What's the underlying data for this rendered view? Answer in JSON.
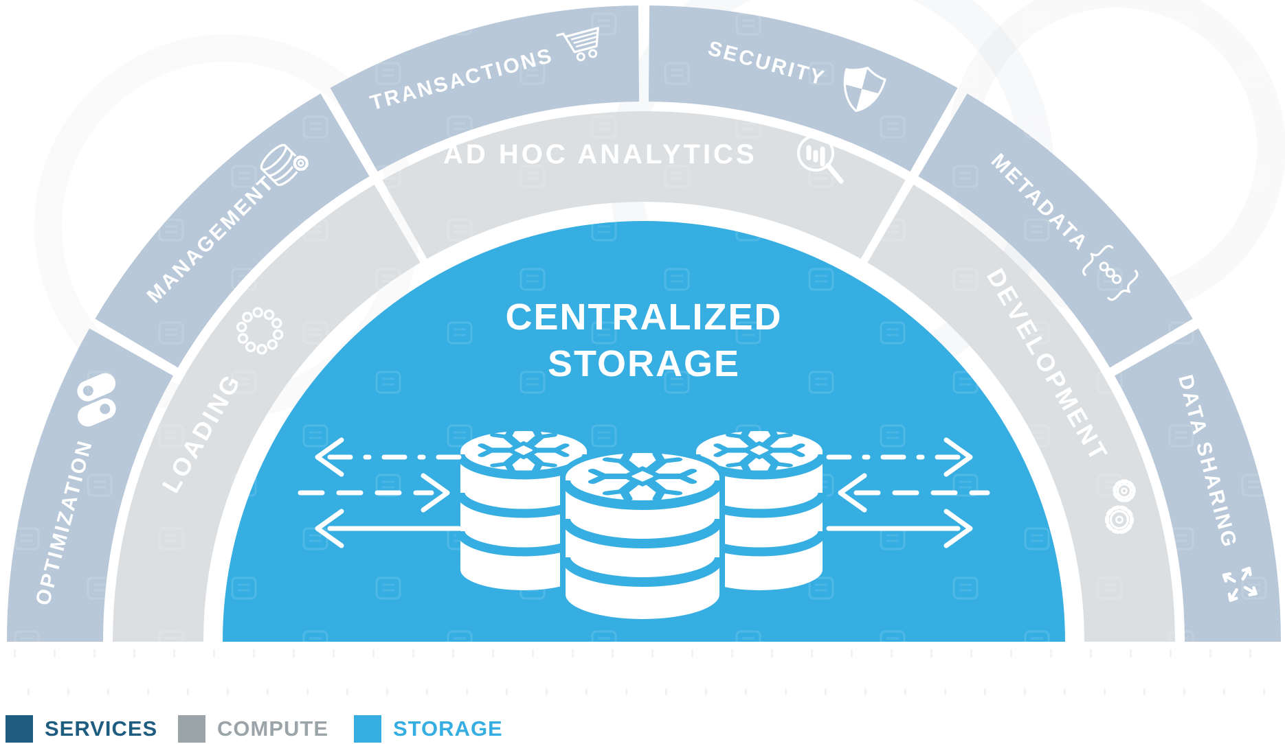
{
  "center": {
    "line1": "CENTRALIZED",
    "line2": "STORAGE",
    "icon": "snowflake-database-cluster",
    "arrows": "bidirectional-dashed-arrows"
  },
  "outer_ring": {
    "name": "services-ring",
    "segments": [
      {
        "label": "OPTIMIZATION",
        "icon": "pills-icon"
      },
      {
        "label": "MANAGEMENT",
        "icon": "database-gear-icon"
      },
      {
        "label": "TRANSACTIONS",
        "icon": "shopping-cart-icon"
      },
      {
        "label": "SECURITY",
        "icon": "shield-icon"
      },
      {
        "label": "METADATA",
        "icon": "braces-metadata-icon"
      },
      {
        "label": "DATA SHARING",
        "icon": "share-arrows-icon"
      }
    ]
  },
  "middle_ring": {
    "name": "compute-ring",
    "segments": [
      {
        "label": "LOADING",
        "icon": "loading-spinner-icon"
      },
      {
        "label": "AD HOC ANALYTICS",
        "icon": "magnifier-chart-icon"
      },
      {
        "label": "DEVELOPMENT",
        "icon": "gears-icon"
      }
    ]
  },
  "legend": {
    "items": [
      {
        "label": "SERVICES",
        "color": "#1e5c80"
      },
      {
        "label": "COMPUTE",
        "color": "#9aa4a9"
      },
      {
        "label": "STORAGE",
        "color": "#36aee2"
      }
    ]
  },
  "colors": {
    "outer": "#b8c8d8",
    "middle": "#dcdfe2",
    "storage": "#36aee2",
    "services": "#1e5c80",
    "compute": "#9aa4a9"
  }
}
